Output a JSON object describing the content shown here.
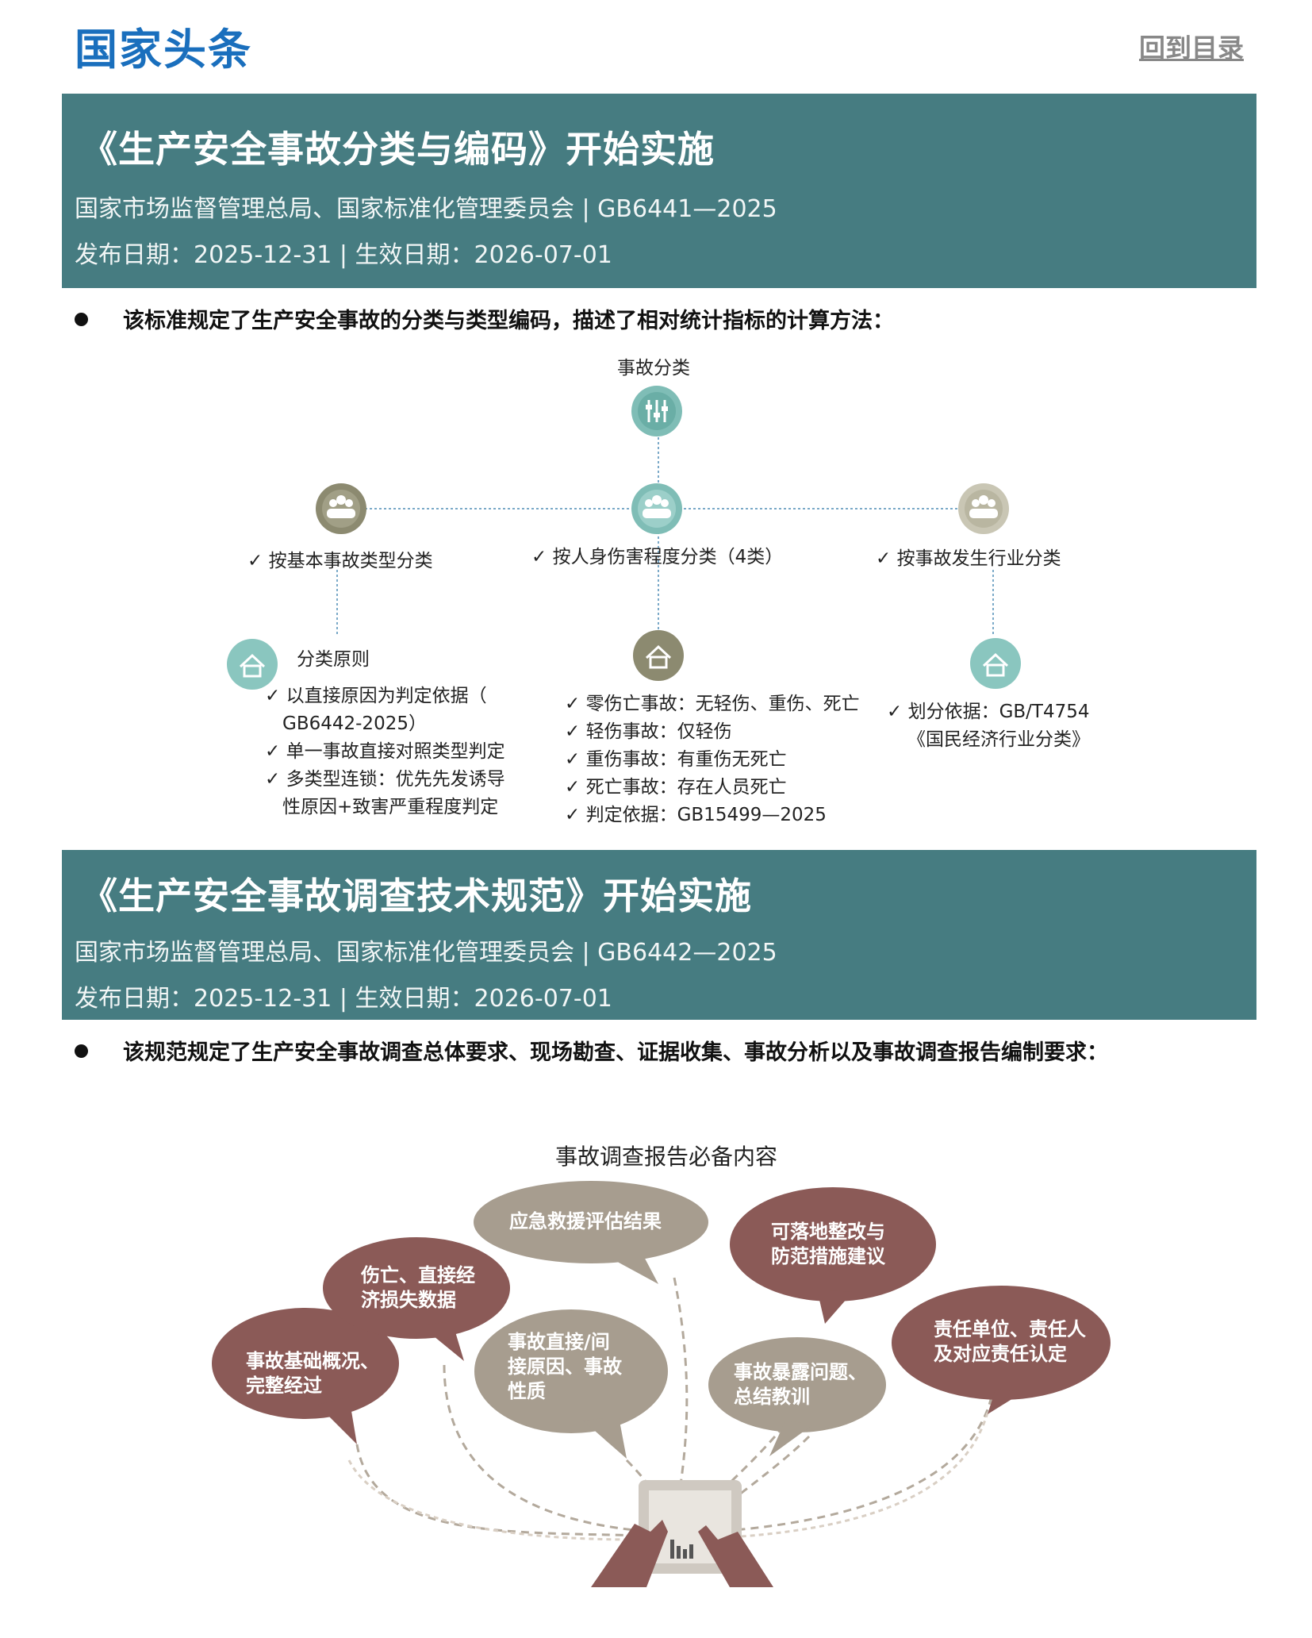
{
  "header": {
    "brand": "国家头条",
    "toc_link": "回到目录"
  },
  "section1": {
    "title": "《生产安全事故分类与编码》开始实施",
    "issuer": "国家市场监督管理总局、国家标准化管理委员会 | GB6441—2025",
    "dates": "发布日期：2025-12-31 | 生效日期：2026-07-01",
    "bullet": "该标准规定了生产安全事故的分类与类型编码，描述了相对统计指标的计算方法：",
    "diagram": {
      "root": "事故分类",
      "branches": [
        {
          "label": "✓ 按基本事故类型分类",
          "sub_title": "分类原则",
          "items": [
            "✓ 以直接原因为判定依据（",
            "GB6442-2025）",
            "✓ 单一事故直接对照类型判定",
            "✓ 多类型连锁：优先先发诱导",
            "性原因+致害严重程度判定"
          ]
        },
        {
          "label": "✓ 按人身伤害程度分类（4类）",
          "items": [
            "✓ 零伤亡事故：无轻伤、重伤、死亡",
            "✓ 轻伤事故：仅轻伤",
            "✓ 重伤事故：有重伤无死亡",
            "✓ 死亡事故：存在人员死亡",
            "✓ 判定依据：GB15499—2025"
          ]
        },
        {
          "label": "✓  按事故发生行业分类",
          "items": [
            "✓ 划分依据：GB/T4754",
            "《国民经济行业分类》"
          ]
        }
      ]
    }
  },
  "section2": {
    "title": "《生产安全事故调查技术规范》开始实施",
    "issuer": "国家市场监督管理总局、国家标准化管理委员会 | GB6442—2025",
    "dates": "发布日期：2025-12-31 | 生效日期：2026-07-01",
    "bullet": "该规范规定了生产安全事故调查总体要求、现场勘查、证据收集、事故分析以及事故调查报告编制要求：",
    "figure": {
      "title": "事故调查报告必备内容",
      "bubbles": [
        {
          "lines": [
            "事故基础概况、",
            "完整经过"
          ],
          "tone": "dark"
        },
        {
          "lines": [
            "伤亡、直接经",
            "济损失数据"
          ],
          "tone": "dark"
        },
        {
          "lines": [
            "应急救援评估结果"
          ],
          "tone": "light"
        },
        {
          "lines": [
            "事故直接/间",
            "接原因、事故",
            "性质"
          ],
          "tone": "light"
        },
        {
          "lines": [
            "可落地整改与",
            "防范措施建议"
          ],
          "tone": "dark"
        },
        {
          "lines": [
            "事故暴露问题、",
            "总结教训"
          ],
          "tone": "light"
        },
        {
          "lines": [
            "责任单位、责任人",
            "及对应责任认定"
          ],
          "tone": "dark"
        }
      ]
    }
  },
  "colors": {
    "brand_blue": "#1a6fbd",
    "banner_teal": "#467c81",
    "bubble_dark": "#8b5a57",
    "bubble_light": "#a79d8f",
    "node_teal": "#7fbdb6",
    "node_olive": "#8c8a70"
  }
}
